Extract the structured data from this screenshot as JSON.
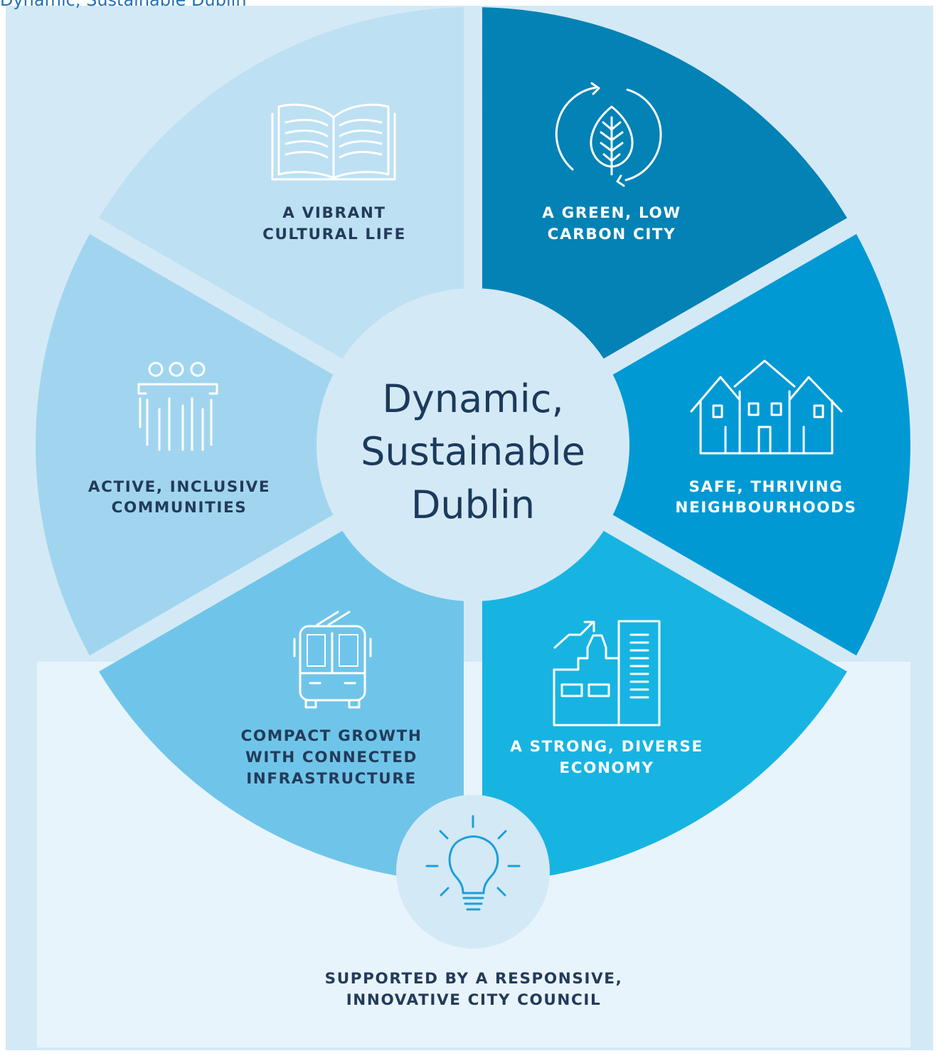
{
  "header": {
    "title_fragment": "Dynamic, Sustainable Dublin"
  },
  "center": {
    "lines": [
      "Dynamic,",
      "Sustainable",
      "Dublin"
    ]
  },
  "segments": [
    {
      "id": "cultural",
      "lines": [
        "A VIBRANT",
        "CULTURAL LIFE"
      ],
      "icon": "open-book-icon",
      "color": "#bde0f3",
      "text_color": "#233b5a"
    },
    {
      "id": "green",
      "lines": [
        "A GREEN, LOW",
        "CARBON CITY"
      ],
      "icon": "recycle-leaf-icon",
      "color": "#0282b5",
      "text_color": "#ffffff"
    },
    {
      "id": "neighbourhoods",
      "lines": [
        "SAFE, THRIVING",
        "NEIGHBOURHOODS"
      ],
      "icon": "houses-icon",
      "color": "#0099d4",
      "text_color": "#ffffff"
    },
    {
      "id": "economy",
      "lines": [
        "A STRONG, DIVERSE",
        "ECONOMY"
      ],
      "icon": "factory-growth-icon",
      "color": "#17b4e2",
      "text_color": "#ffffff"
    },
    {
      "id": "growth",
      "lines": [
        "COMPACT GROWTH",
        "WITH CONNECTED",
        "INFRASTRUCTURE"
      ],
      "icon": "trolleybus-icon",
      "color": "#6fc5e9",
      "text_color": "#233b5a"
    },
    {
      "id": "communities",
      "lines": [
        "ACTIVE, INCLUSIVE",
        "COMMUNITIES"
      ],
      "icon": "people-group-icon",
      "color": "#a1d5ef",
      "text_color": "#233b5a"
    }
  ],
  "footer": {
    "lines": [
      "SUPPORTED BY A RESPONSIVE,",
      "INNOVATIVE CITY COUNCIL"
    ],
    "icon": "lightbulb-icon"
  },
  "colors": {
    "background": "#d4e9f6",
    "lower_background": "#e8f4fb",
    "center_circle": "#d4e9f6",
    "bulb_circle": "#d4e9f6",
    "bulb_stroke": "#1aa0d8",
    "dark_text": "#1b3a5c"
  }
}
